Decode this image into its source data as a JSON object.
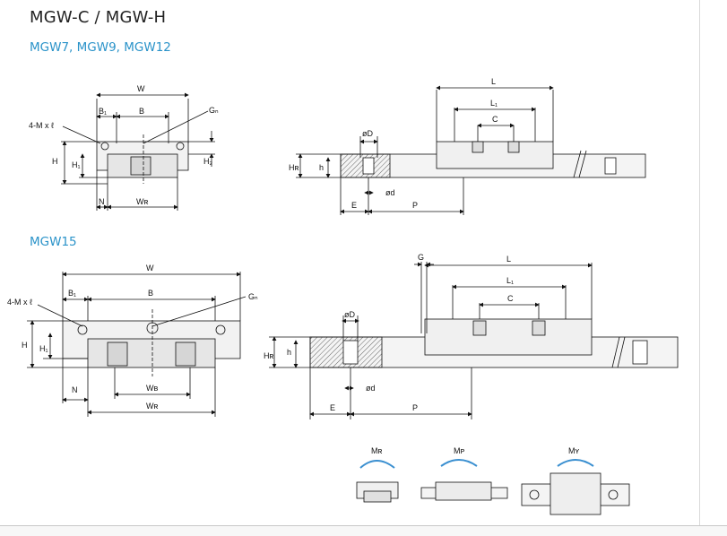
{
  "title": "MGW-C / MGW-H",
  "sections": {
    "small": "MGW7, MGW9, MGW12",
    "large": "MGW15"
  },
  "labels": {
    "W": "W",
    "B1": "B₁",
    "B": "B",
    "G": "G",
    "Gn": "Gₙ",
    "Mxl": "4-M x ℓ",
    "Ml": "4-M x ℓ",
    "H": "H",
    "H1": "H₁",
    "H2": "H₂",
    "HR": "Hʀ",
    "h": "h",
    "N": "N",
    "WR": "Wʀ",
    "WB": "Wʙ",
    "L": "L",
    "L1": "L₁",
    "C": "C",
    "phiD": "øD",
    "phid": "ød",
    "E": "E",
    "P": "P",
    "MR": "Mʀ",
    "MP": "Mᴘ",
    "MY": "Mʏ"
  }
}
